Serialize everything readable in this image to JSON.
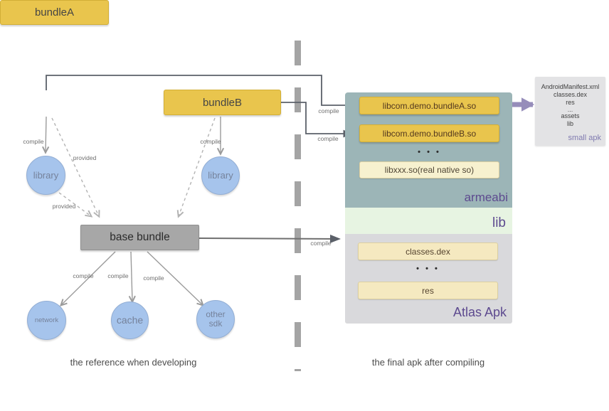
{
  "dev_side": {
    "caption": "the reference when developing",
    "bundle_a": "bundleA",
    "bundle_b": "bundleB",
    "library": "library",
    "base_bundle": "base bundle",
    "network": "network",
    "cache": "cache",
    "other_sdk_line1": "other",
    "other_sdk_line2": "sdk"
  },
  "edge_labels": {
    "compile": "compile",
    "provided": "provided"
  },
  "apk_side": {
    "caption": "the final apk after compiling",
    "armeabi": {
      "label": "armeabi",
      "so_a": "libcom.demo.bundleA.so",
      "so_b": "libcom.demo.bundleB.so",
      "dots": "• • •",
      "native": "libxxx.so(real native so)"
    },
    "lib_label": "lib",
    "atlas": {
      "label": "Atlas Apk",
      "classes": "classes.dex",
      "dots": "• • •",
      "res": "res"
    },
    "small_apk": {
      "label": "small apk",
      "lines": [
        "AndroidManifest.xml",
        "classes.dex",
        "res",
        "...",
        "assets",
        "lib"
      ]
    }
  },
  "colors": {
    "bundle_yellow": "#e9c54d",
    "circle_blue": "#a6c4ec",
    "base_gray": "#a7a7a7",
    "armeabi_teal": "#9cb5b7",
    "lib_green": "#e7f4e2",
    "atlas_gray": "#d9d9dc",
    "cream_box": "#f5e9c0",
    "purple_text": "#5d4a8f",
    "small_apk_text": "#807bb0",
    "arrow_purple": "#968dba"
  }
}
